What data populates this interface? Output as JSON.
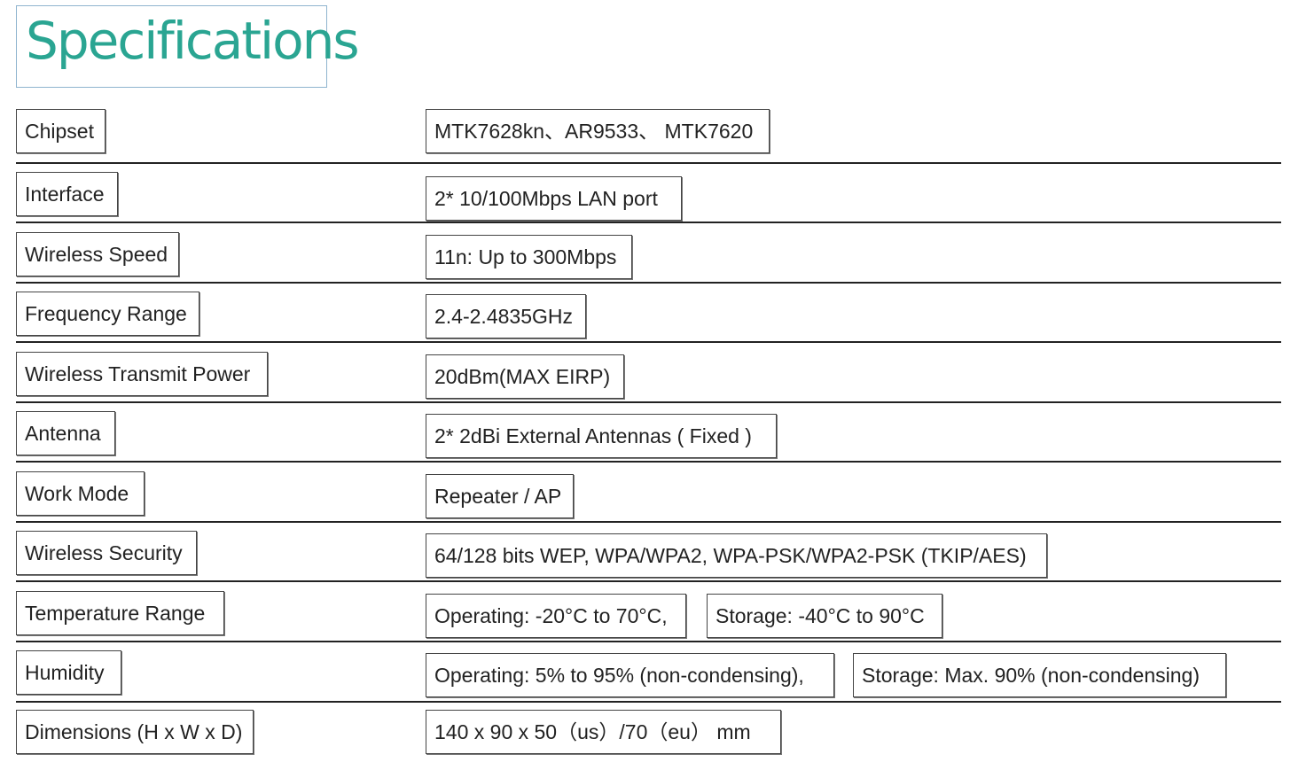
{
  "title": "Specifications",
  "specs": [
    {
      "label": "Chipset",
      "values": [
        "MTK7628kn、AR9533、 MTK7620"
      ]
    },
    {
      "label": "Interface",
      "values": [
        "2* 10/100Mbps LAN port"
      ]
    },
    {
      "label": "Wireless Speed",
      "values": [
        "11n: Up to 300Mbps"
      ]
    },
    {
      "label": "Frequency Range",
      "values": [
        "2.4-2.4835GHz"
      ]
    },
    {
      "label": "Wireless Transmit Power",
      "values": [
        "20dBm(MAX EIRP)"
      ]
    },
    {
      "label": "Antenna",
      "values": [
        "2* 2dBi External Antennas ( Fixed )"
      ]
    },
    {
      "label": "Work Mode",
      "values": [
        "Repeater / AP"
      ]
    },
    {
      "label": "Wireless Security",
      "values": [
        "64/128 bits WEP, WPA/WPA2, WPA-PSK/WPA2-PSK (TKIP/AES)"
      ]
    },
    {
      "label": "Temperature Range",
      "values": [
        "Operating: -20°C to 70°C,",
        "Storage: -40°C to 90°C"
      ]
    },
    {
      "label": "Humidity",
      "values": [
        "Operating: 5% to 95% (non-condensing),",
        "Storage: Max. 90% (non-condensing)"
      ]
    },
    {
      "label": "Dimensions (H x W x D)",
      "values": [
        "140 x 90 x 50（us）/70（eu） mm"
      ]
    }
  ]
}
